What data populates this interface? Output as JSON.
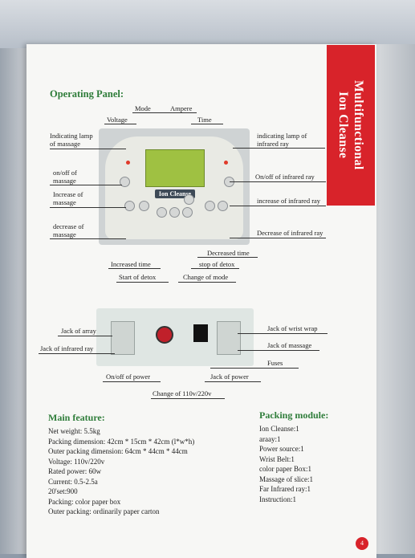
{
  "side_tab": {
    "line1": "Multifunctional",
    "line2": "Ion Cleanse"
  },
  "section1_title": "Operating Panel:",
  "panel_labels": {
    "mode": "Mode",
    "ampere": "Ampere",
    "voltage": "Voltage",
    "time": "Time",
    "lamp_massage_1": "Indicating lamp",
    "lamp_massage_2": "of massage",
    "lamp_infrared_1": "indicating lamp of",
    "lamp_infrared_2": "infrared ray",
    "onoff_massage_1": "on/off of",
    "onoff_massage_2": "massage",
    "onoff_infrared": "On/off of infrared ray",
    "inc_massage_1": "Increase of",
    "inc_massage_2": "massage",
    "inc_infrared": "increase of infrared ray",
    "dec_massage_1": "decrease of",
    "dec_massage_2": "massage",
    "dec_infrared": "Decrease of infrared ray",
    "decreased_time": "Decreased time",
    "increased_time": "Increased time",
    "stop_detox": "stop of detox",
    "start_detox": "Start of detox",
    "change_mode": "Change of mode",
    "device_name": "Ion Cleanse"
  },
  "back_labels": {
    "jack_array": "Jack of array",
    "jack_infrared": "Jack of infrared ray",
    "jack_wrist": "Jack of wrist wrap",
    "jack_massage": "Jack of massage",
    "fuses": "Fuses",
    "onoff_power": "On/off of power",
    "jack_power": "Jack of power",
    "change_voltage": "Change of 110v/220v"
  },
  "main_feature": {
    "title": "Main feature:",
    "items": [
      "Net weight: 5.5kg",
      "Packing dimension: 42cm * 15cm * 42cm (l*w*h)",
      "Outer packing dimension: 64cm * 44cm * 44cm",
      "Voltage: 110v/220v",
      "Rated power: 60w",
      "Current: 0.5-2.5a",
      "20'set:900",
      "Packing: color paper box",
      "Outer packing: ordinarily paper carton"
    ]
  },
  "packing_module": {
    "title": "Packing module:",
    "items": [
      "Ion Cleanse:1",
      "araay:1",
      "Power source:1",
      "Wrist Belt:1",
      "color paper Box:1",
      "Massage of slice:1",
      "Far Infrared ray:1",
      "Instruction:1"
    ]
  },
  "page_number": "4",
  "colors": {
    "accent_red": "#d8232a",
    "heading_green": "#2f7d3a",
    "lcd_green": "#9fc142"
  }
}
